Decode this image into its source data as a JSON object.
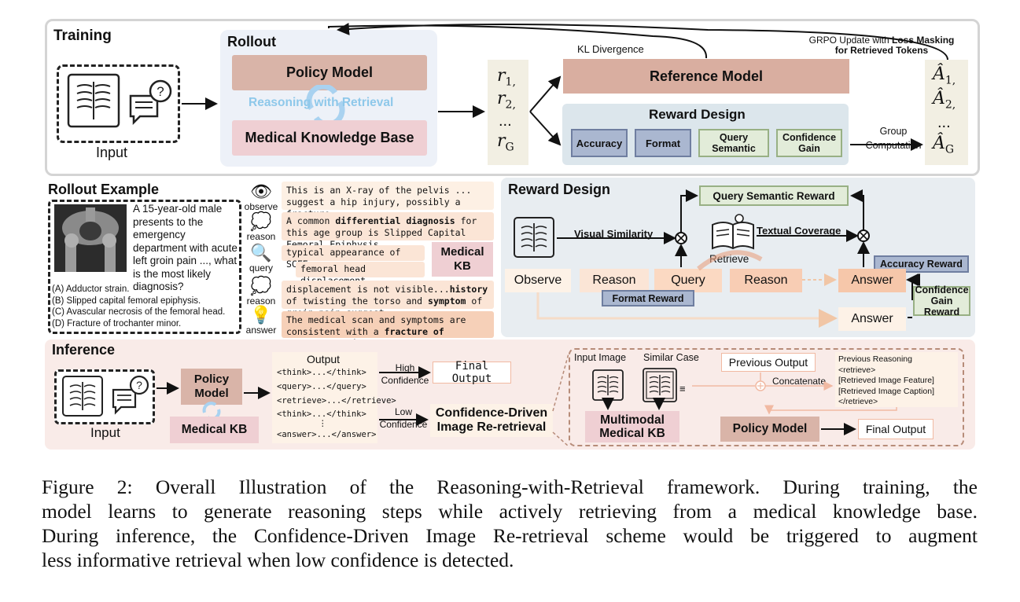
{
  "training": {
    "title": "Training",
    "input_label": "Input",
    "rollout_title": "Rollout",
    "policy_model": "Policy Model",
    "reasoning_with_retrieval": "Reasoning with Retrieval",
    "medical_kb": "Medical Knowledge Base",
    "rewards": [
      "r",
      "r",
      "...",
      "r"
    ],
    "reward_subs": [
      "1,",
      "2,",
      "",
      "G"
    ],
    "kl_divergence": "KL Divergence",
    "grpo_update_prefix": "GRPO Update with ",
    "grpo_update_bold1": "Loss Masking",
    "grpo_update_bold2": "for Retrieved Tokens",
    "reference_model": "Reference Model",
    "reward_design_title": "Reward Design",
    "reward_items": [
      "Accuracy",
      "Format",
      "Query Semantic",
      "Confidence Gain"
    ],
    "group_computation_1": "Group",
    "group_computation_2": "Computation",
    "advantages": [
      "Â",
      "Â",
      "...",
      "Â"
    ],
    "advantage_subs": [
      "1,",
      "2,",
      "",
      "G"
    ]
  },
  "rollout_example": {
    "title": "Rollout Example",
    "question": "A 15-year-old male presents to the emergency department with acute left groin pain ..., what is the most likely diagnosis?",
    "options": [
      "(A)  Adductor strain.",
      "(B)  Slipped capital femoral epiphysis.",
      "(C)  Avascular necrosis of the femoral head.",
      "(D)  Fracture of trochanter minor."
    ],
    "step_labels": [
      "observe",
      "reason",
      "query",
      "reason",
      "answer"
    ],
    "observe_text": "This is an X-ray of the pelvis ... suggest a hip injury, possibly a fracture.",
    "reason1_a": "A common ",
    "reason1_b": "differential diagnosis",
    "reason1_c": " for this age group is Slipped Capital Femoral Epiphysis...",
    "query_text": "typical appearance of SCFE",
    "kb_response": "femoral head displacement...",
    "medical_kb": "Medical KB",
    "reason2_a": "displacement is not visible...",
    "reason2_b": "history",
    "reason2_c": " of twisting the torso and ",
    "reason2_d": "symptom",
    "reason2_e": " of groin pain suggest...",
    "answer_a": "The medical scan and symptoms are consistent with a ",
    "answer_b": "fracture of trochanter minor"
  },
  "reward_design": {
    "title": "Reward Design",
    "query_semantic_reward": "Query Semantic Reward",
    "visual_similarity": "Visual Similarity",
    "textual_coverage": "Textual Coverage",
    "retrieve": "Retrieve",
    "accuracy_reward": "Accuracy Reward",
    "flow": [
      "Observe",
      "Reason",
      "Query",
      "Reason",
      "Answer"
    ],
    "format_reward": "Format Reward",
    "confidence_gain_reward_1": "Confidence",
    "confidence_gain_reward_2": "Gain Reward",
    "answer2": "Answer"
  },
  "inference": {
    "title": "Inference",
    "input_label": "Input",
    "policy_model_1": "Policy",
    "policy_model_2": "Model",
    "medical_kb": "Medical  KB",
    "output_title": "Output",
    "output_lines": [
      "<think>...</think>",
      "<query>...</query>",
      "<retrieve>...</retrieve>",
      "<think>...</think>",
      "⋮",
      "<answer>...</answer>"
    ],
    "high": "High",
    "low": "Low",
    "confidence": "Confidence",
    "final_output": "Final Output",
    "cdir_1": "Confidence-Driven",
    "cdir_2": "Image Re-retrieval",
    "input_image": "Input Image",
    "similar_case": "Similar Case",
    "multimodal_kb_1": "Multimodal",
    "multimodal_kb_2": "Medical KB",
    "previous_output": "Previous Output",
    "concatenate": "Concatenate",
    "prev_reasoning_lines": [
      "Previous Reasoning",
      "<retrieve>",
      "[Retrieved Image Feature]",
      "[Retrieved Image Caption]",
      "</retrieve>"
    ],
    "policy_model": "Policy Model",
    "final_output2": "Final Output"
  },
  "caption_lines": [
    "Figure 2:  Overall Illustration of the Reasoning-with-Retrieval framework.  During training, the",
    "model learns to generate reasoning steps while actively retrieving from a medical knowledge base.",
    "During inference, the Confidence-Driven Image Re-retrieval scheme would be triggered to augment",
    "less informative retrieval when low confidence is detected."
  ],
  "colors": {
    "policy": "#d9b4a8",
    "kb": "#efcfd3",
    "reference": "#d9aea0",
    "reward_panel": "#dce6ec",
    "panel_bg": "#e8edf1",
    "inference_bg": "#f9ebe8",
    "orange_soft": "#fbe5d6"
  }
}
